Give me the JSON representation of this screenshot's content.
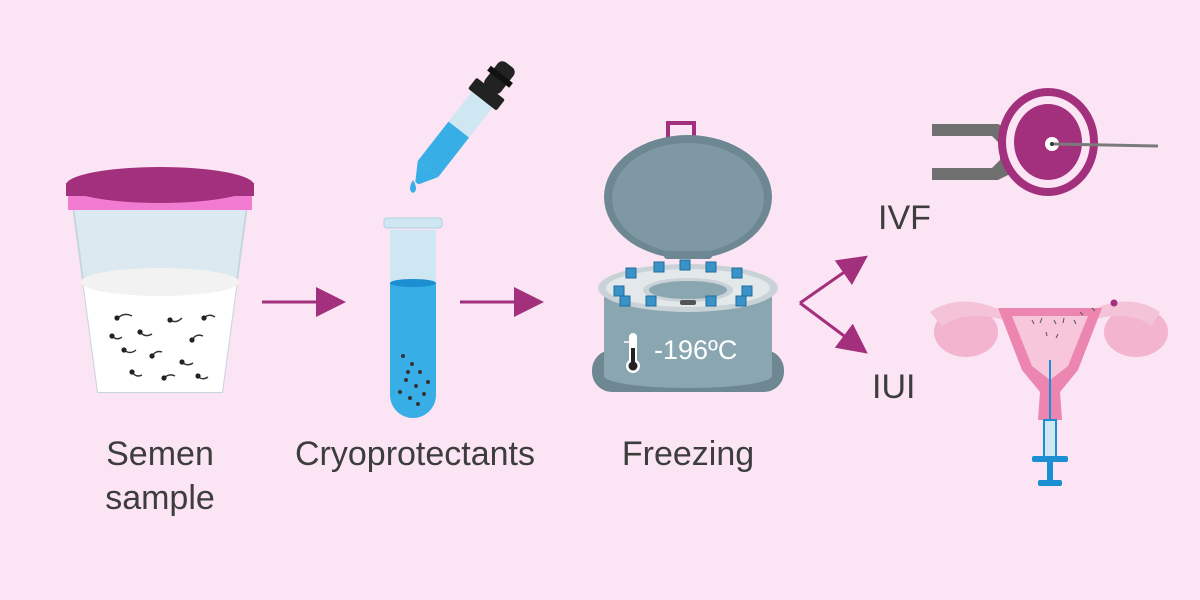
{
  "steps": {
    "semen_sample": "Semen\nsample",
    "cryoprotectants": "Cryoprotectants",
    "freezing": "Freezing"
  },
  "freezer": {
    "temperature": "-196ºC"
  },
  "outcomes": {
    "ivf": "IVF",
    "iui": "IUI"
  },
  "colors": {
    "background": "#fbe4f3",
    "arrow": "#a2307d",
    "lid": "#a2307d",
    "liquid": "#38aee6",
    "freezer_body": "#7f9aa6",
    "text": "#3d3d3d"
  }
}
